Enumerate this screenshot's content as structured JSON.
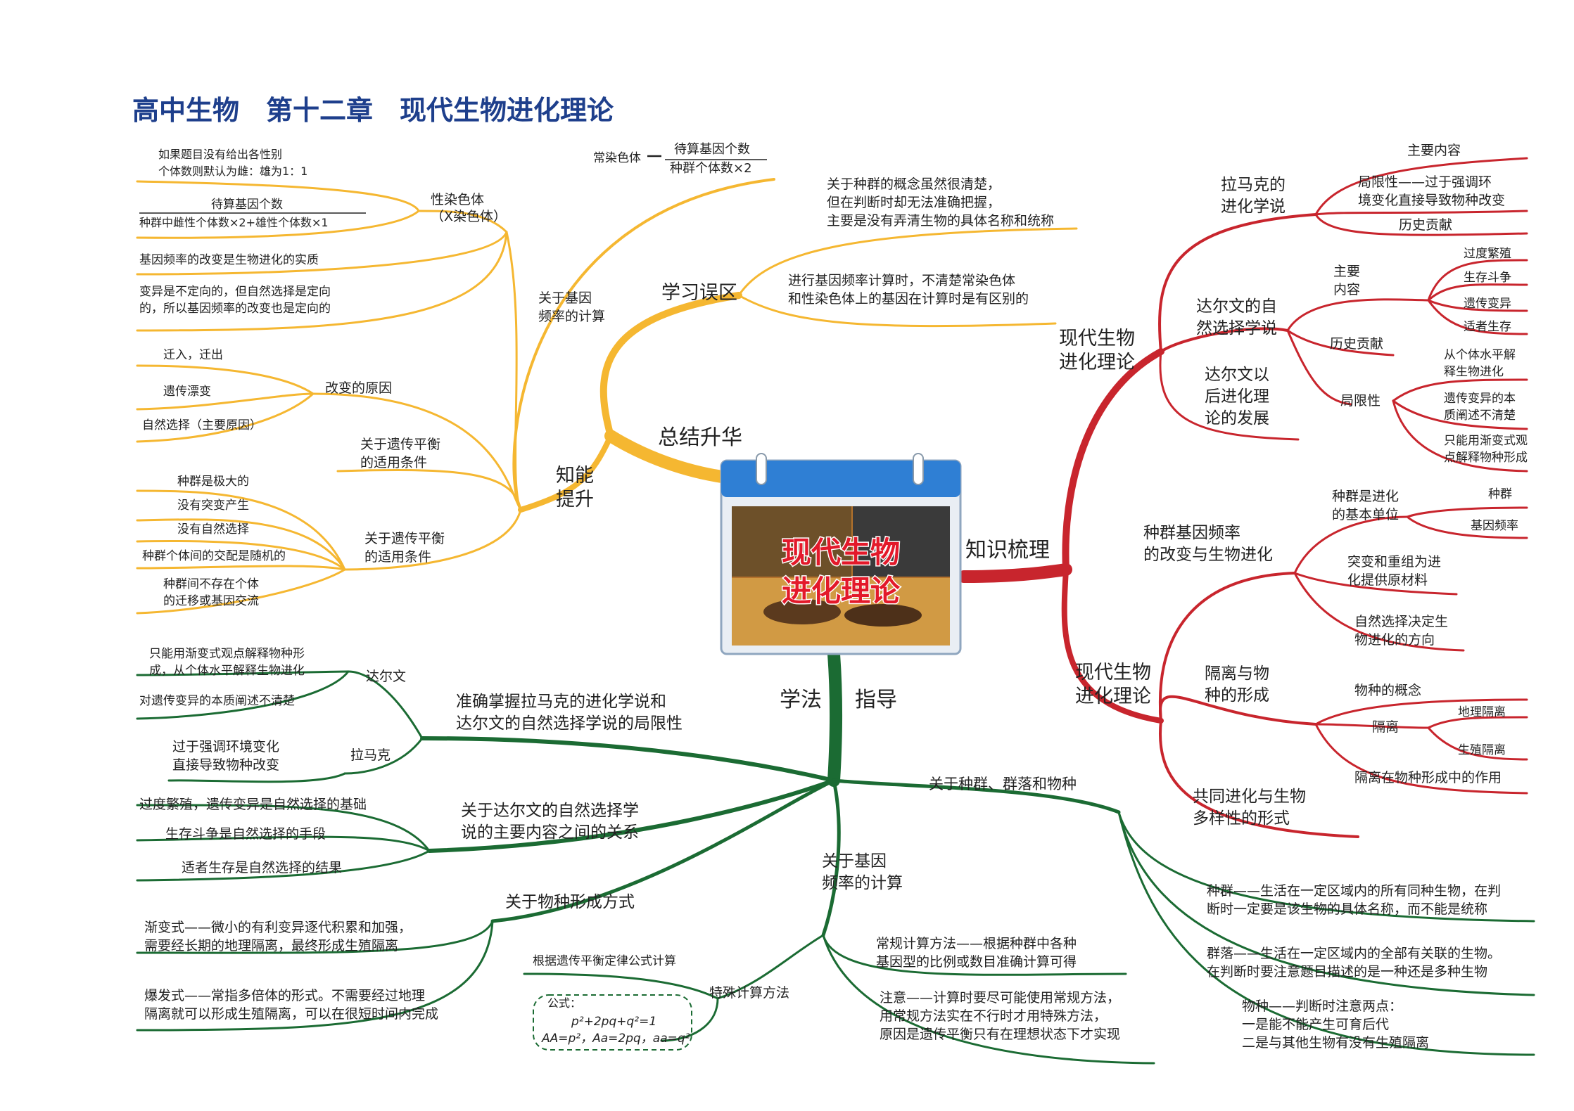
{
  "title": "高中生物　第十二章　现代生物进化理论",
  "center": {
    "line1": "现代生物",
    "line2": "进化理论"
  },
  "colors": {
    "yellow": "#f5b731",
    "red": "#c8252d",
    "green": "#1b6b33",
    "title": "#1e3f8c"
  },
  "yellow": {
    "main": "总结升华",
    "misc": {
      "label": "学习误区",
      "m1": [
        "关于种群的概念虽然很清楚，",
        "但在判断时却无法准确把握，",
        "主要是没有弄清生物的具体名称和统称"
      ],
      "m2": [
        "进行基因频率计算时，不清楚常染色体",
        "和性染色体上的基因在计算时是有区别的"
      ]
    },
    "zhineng": {
      "label": [
        "知能",
        "提升"
      ],
      "calc": {
        "label": [
          "关于基因",
          "频率的计算"
        ],
        "auto": "常染色体",
        "auto_num": "待算基因个数",
        "auto_den": "种群个体数×2",
        "sex": [
          "性染色体",
          "（X染色体）"
        ],
        "sex_num": "待算基因个数",
        "sex_den": "种群中雌性个体数×2+雄性个体数×1",
        "sex_note": [
          "如果题目没有给出各性别",
          "个体数则默认为雌：雄为1：1"
        ],
        "essence": "基因频率的改变是生物进化的实质",
        "direction": [
          "变异是不定向的，但自然选择是定向",
          "的，所以基因频率的改变也是定向的"
        ],
        "reasons": {
          "label": "改变的原因",
          "items": [
            "迁入，迁出",
            "遗传漂变",
            "自然选择（主要原因）"
          ]
        }
      },
      "hw1": [
        "关于遗传平衡",
        "的适用条件"
      ],
      "hw2": {
        "label": [
          "关于遗传平衡",
          "的适用条件"
        ],
        "items": [
          "种群是极大的",
          "没有突变产生",
          "没有自然选择",
          "种群个体间的交配是随机的",
          "种群间不存在个体|的迁移或基因交流"
        ]
      }
    }
  },
  "red": {
    "main": "知识梳理",
    "t1": {
      "label": [
        "现代生物",
        "进化理论"
      ],
      "lamarck": {
        "label": [
          "拉马克的",
          "进化学说"
        ],
        "items": [
          "主要内容",
          "局限性——过于强调环|境变化直接导致物种改变",
          "历史贡献"
        ]
      },
      "darwin": {
        "label": [
          "达尔文的自",
          "然选择学说"
        ],
        "main": {
          "label": [
            "主要",
            "内容"
          ],
          "items": [
            "过度繁殖",
            "生存斗争",
            "遗传变异",
            "适者生存"
          ]
        },
        "history": "历史贡献",
        "limits": {
          "label": "局限性",
          "items": [
            "从个体水平解|释生物进化",
            "遗传变异的本|质阐述不清楚",
            "只能用渐变式观|点解释物种形成"
          ]
        }
      },
      "after": [
        "达尔文以",
        "后进化理",
        "论的发展"
      ]
    },
    "t2": {
      "label": [
        "现代生物",
        "进化理论"
      ],
      "freq": {
        "label": [
          "种群基因频率",
          "的改变与生物进化"
        ],
        "unit": {
          "label": [
            "种群是进化",
            "的基本单位"
          ],
          "items": [
            "种群",
            "基因频率"
          ]
        },
        "mut": [
          "突变和重组为进",
          "化提供原材料"
        ],
        "sel": [
          "自然选择决定生",
          "物进化的方向"
        ]
      },
      "iso": {
        "label": [
          "隔离与物",
          "种的形成"
        ],
        "concept": "物种的概念",
        "iso": {
          "label": "隔离",
          "items": [
            "地理隔离",
            "生殖隔离"
          ]
        },
        "role": "隔离在物种形成中的作用"
      },
      "coevo": [
        "共同进化与生物",
        "多样性的形式"
      ]
    }
  },
  "green": {
    "main": [
      "学法",
      "指导"
    ],
    "b1": {
      "label": [
        "准确掌握拉马克的进化学说和",
        "达尔文的自然选择学说的局限性"
      ],
      "darwin": {
        "label": "达尔文",
        "items": [
          "只能用渐变式观点解释物种形|成，从个体水平解释生物进化",
          "对遗传变异的本质阐述不清楚"
        ]
      },
      "lamarck": {
        "label": "拉马克",
        "items": [
          "过于强调环境变化|直接导致物种改变"
        ]
      }
    },
    "b2": {
      "label": [
        "关于达尔文的自然选择学",
        "说的主要内容之间的关系"
      ],
      "items": [
        "过度繁殖，遗传变异是自然选择的基础",
        "生存斗争是自然选择的手段",
        "适者生存是自然选择的结果"
      ]
    },
    "b3": {
      "label": "关于物种形成方式",
      "items": [
        "渐变式——微小的有利变异逐代积累和加强，|需要经长期的地理隔离，最终形成生殖隔离",
        "爆发式——常指多倍体的形式。不需要经过地理|隔离就可以形成生殖隔离，可以在很短时间内完成"
      ]
    },
    "b4": {
      "label": [
        "关于基因",
        "频率的计算"
      ],
      "normal": [
        "常规计算方法——根据种群中各种",
        "基因型的比例或数目准确计算可得"
      ],
      "special": {
        "label": "特殊计算方法",
        "law": "根据遗传平衡定律公式计算",
        "f_label": "公式：",
        "f1": "p²+2pq+q²=1",
        "f2": "AA=p²，Aa=2pq，aa=q²"
      },
      "note": [
        "注意——计算时要尽可能使用常规方法，",
        "用常规方法实在不行时才用特殊方法，",
        "原因是遗传平衡只有在理想状态下才实现"
      ]
    },
    "b5": {
      "label": "关于种群、群落和物种",
      "items": [
        "种群——生活在一定区域内的所有同种生物，在判|断时一定要是该生物的具体名称，而不能是统称",
        "群落——生活在一定区域内的全部有关联的生物。|在判断时要注意题目描述的是一种还是多种生物",
        "物种——判断时注意两点：|一是能不能产生可育后代|二是与其他生物有没有生殖隔离"
      ]
    }
  }
}
